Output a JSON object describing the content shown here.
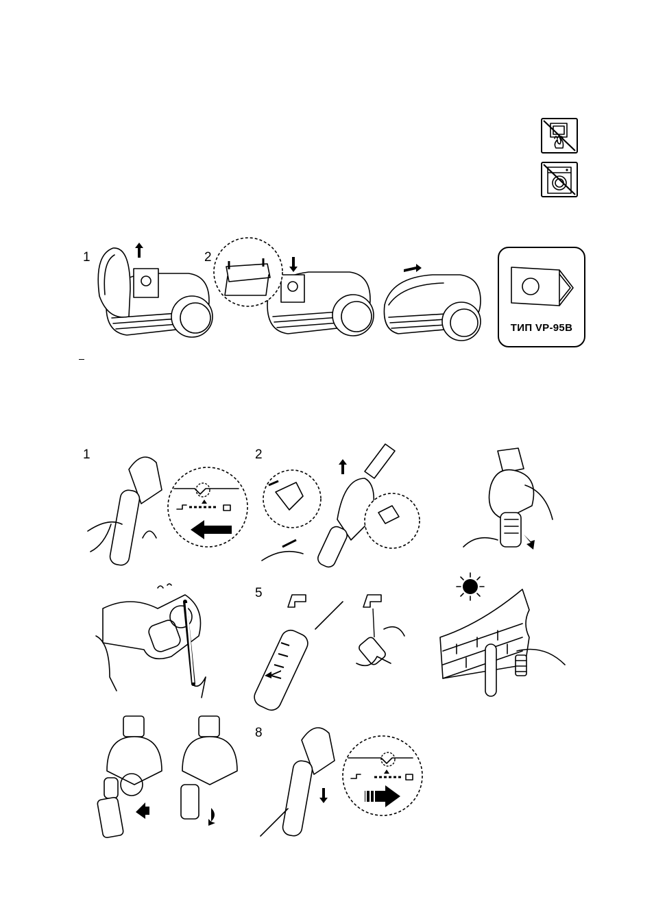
{
  "warning_icons": [
    {
      "name": "no-fire-dryer-icon"
    },
    {
      "name": "no-washing-machine-icon"
    }
  ],
  "dust_bag": {
    "steps": [
      "1",
      "2"
    ],
    "bag_type_label": "ТИП VP-95B"
  },
  "filter_cleaning": {
    "steps": [
      "1",
      "2",
      "5",
      "8"
    ]
  }
}
